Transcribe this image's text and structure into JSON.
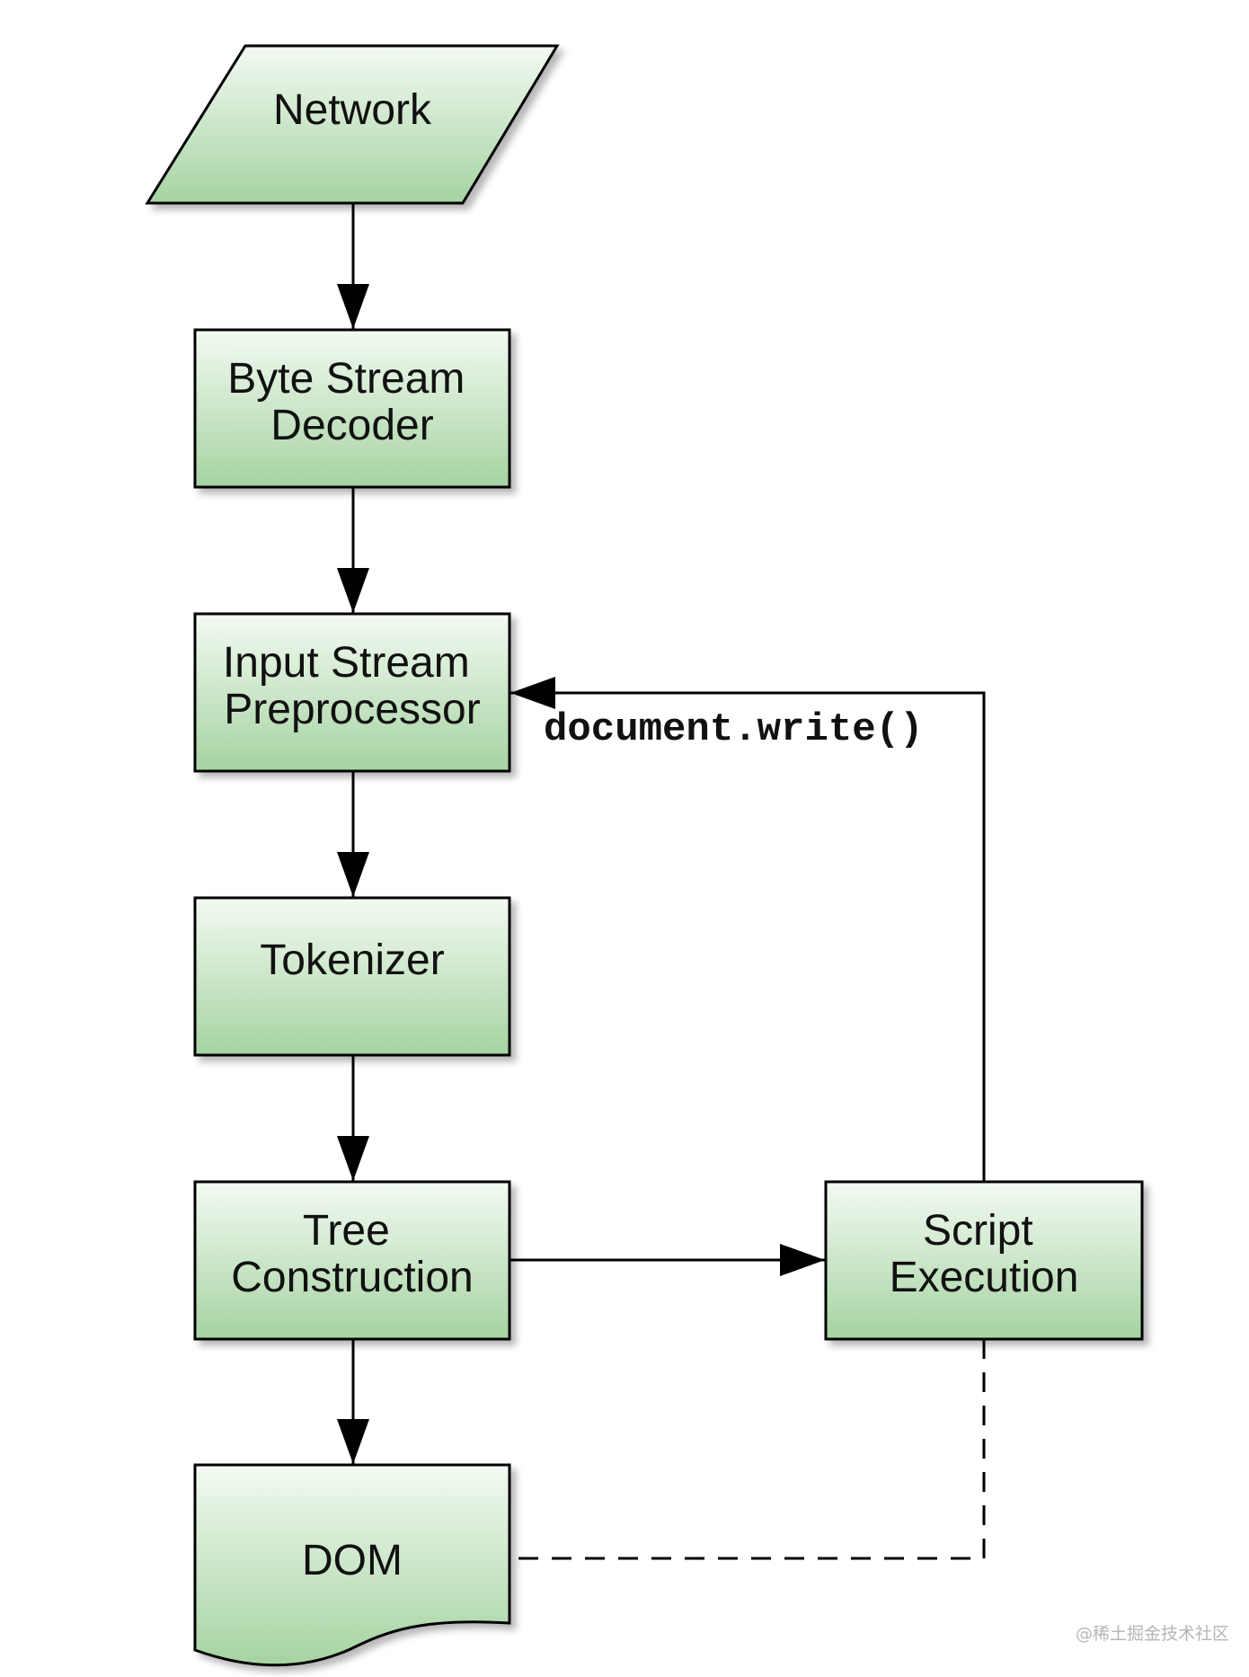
{
  "nodes": {
    "network": [
      "Network"
    ],
    "byte_stream_decoder": [
      "Byte Stream",
      "Decoder"
    ],
    "input_stream_preprocessor": [
      "Input Stream",
      "Preprocessor"
    ],
    "tokenizer": [
      "Tokenizer"
    ],
    "tree_construction": [
      "Tree",
      "Construction"
    ],
    "script_execution": [
      "Script",
      "Execution"
    ],
    "dom": [
      "DOM"
    ]
  },
  "edge_labels": {
    "document_write": "document.write()"
  },
  "watermark": "@稀土掘金技术社区",
  "colors": {
    "node_fill_top": "#f3faf2",
    "node_fill_bottom": "#a5d3a1",
    "stroke": "#000000"
  }
}
